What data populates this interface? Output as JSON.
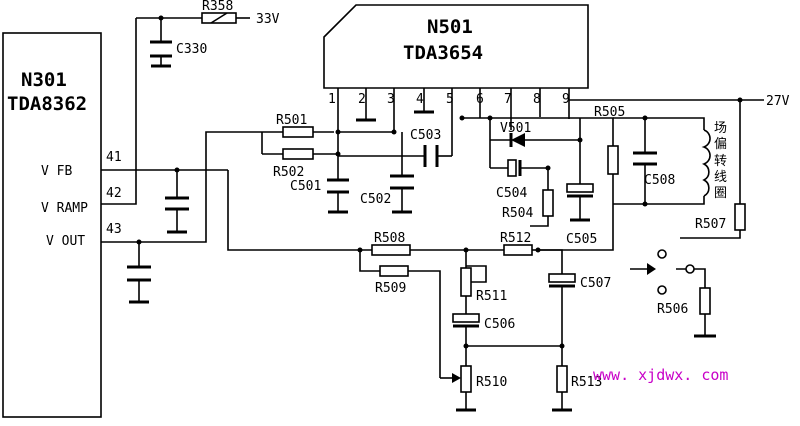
{
  "ic_n301": {
    "name": "N301",
    "part": "TDA8362",
    "pins": {
      "p41": "41",
      "p42": "42",
      "p43": "43"
    },
    "pin_names": {
      "vfb": "V FB",
      "vramp": "V RAMP",
      "vout": "V OUT"
    }
  },
  "ic_n501": {
    "name": "N501",
    "part": "TDA3654",
    "pins": [
      "1",
      "2",
      "3",
      "4",
      "5",
      "6",
      "7",
      "8",
      "9"
    ]
  },
  "supply": {
    "v33": "33V",
    "v27": "27V"
  },
  "components": {
    "r358": "R358",
    "c330": "C330",
    "r501": "R501",
    "r502": "R502",
    "c501": "C501",
    "c502": "C502",
    "c503": "C503",
    "v501": "V501",
    "c504": "C504",
    "r504": "R504",
    "c505": "C505",
    "r505": "R505",
    "c508": "C508",
    "r507": "R507",
    "r508": "R508",
    "r509": "R509",
    "r512": "R512",
    "r511": "R511",
    "c506": "C506",
    "c507": "C507",
    "r506": "R506",
    "r510": "R510",
    "r513": "R513"
  },
  "coil_chars": [
    "场",
    "偏",
    "转",
    "线",
    "圈"
  ],
  "watermark": "www. xjdwx. com"
}
